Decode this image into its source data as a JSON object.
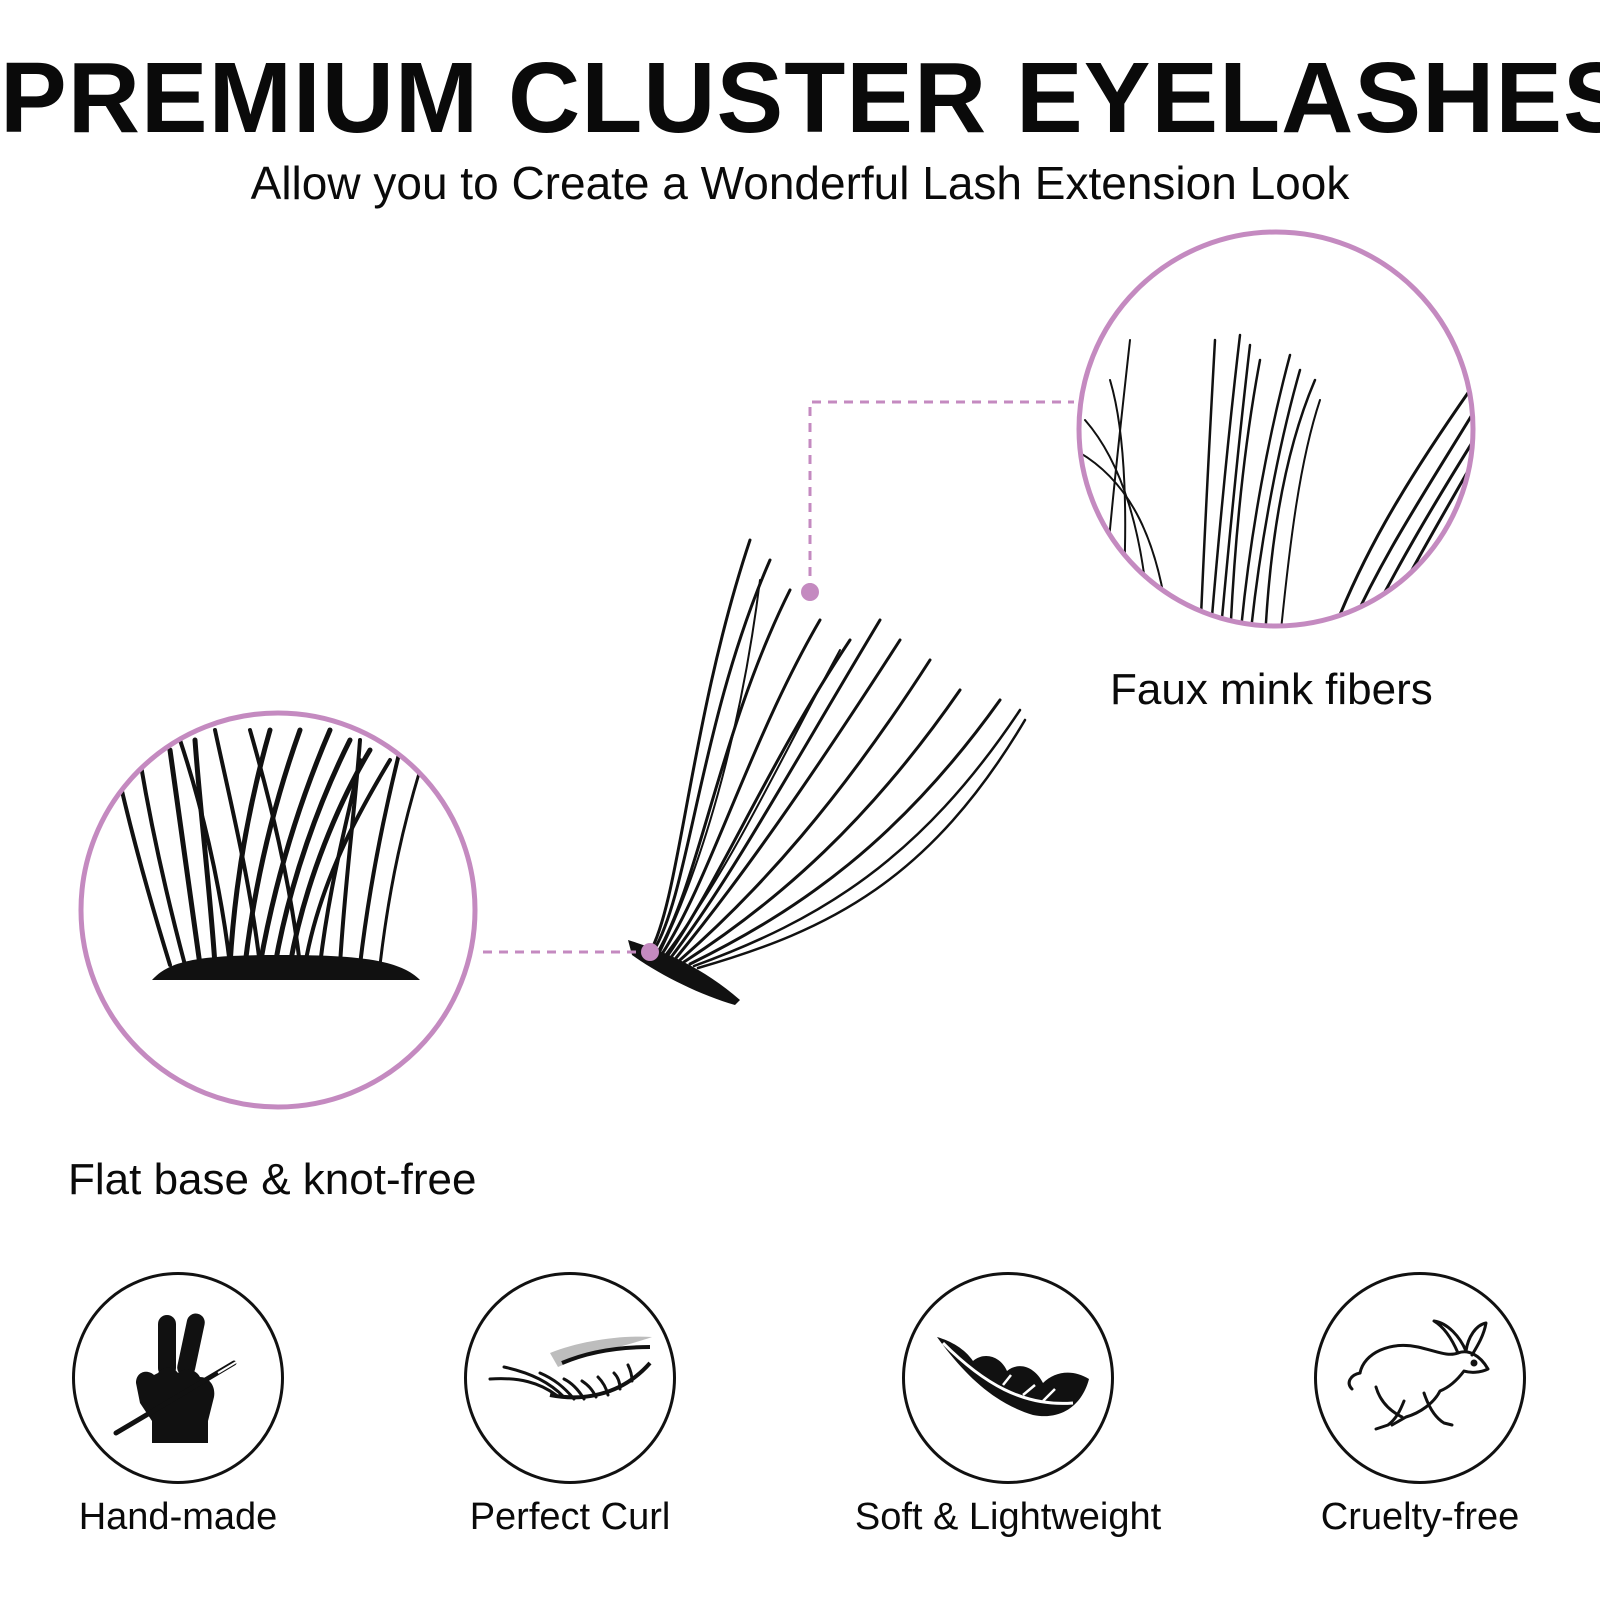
{
  "header": {
    "title": "PREMIUM CLUSTER EYELASHES",
    "subtitle": "Allow you to Create a Wonderful Lash Extension Look"
  },
  "callouts": {
    "fibers_label": "Faux mink fibers",
    "base_label": "Flat base & knot-free"
  },
  "features": [
    {
      "label": "Hand-made",
      "icon": "hand-pencil-icon"
    },
    {
      "label": "Perfect Curl",
      "icon": "eyelash-curl-icon"
    },
    {
      "label": "Soft & Lightweight",
      "icon": "feather-icon"
    },
    {
      "label": "Cruelty-free",
      "icon": "rabbit-icon"
    }
  ],
  "colors": {
    "accent": "#c48ac0",
    "ink": "#0a0a0a",
    "background": "#ffffff"
  }
}
